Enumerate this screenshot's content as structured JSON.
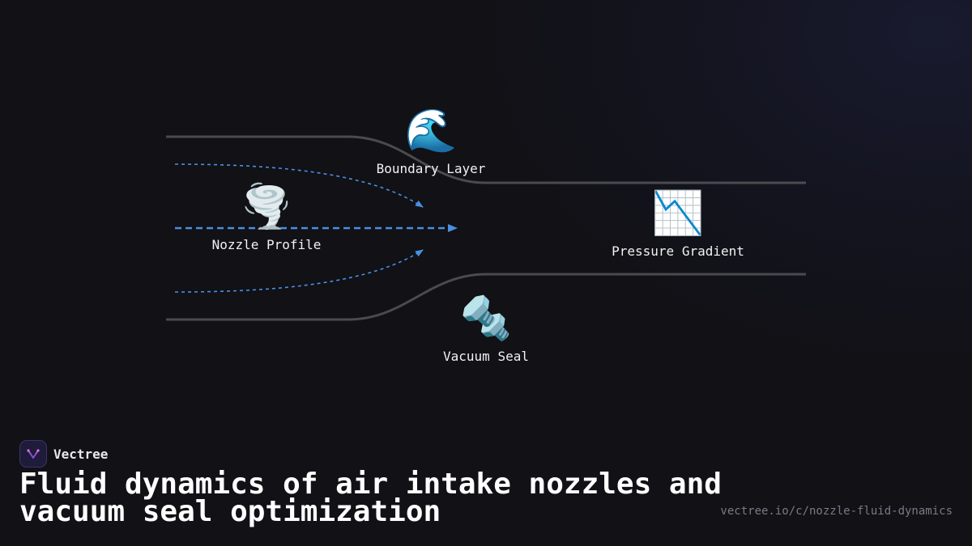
{
  "diagram": {
    "nodes": {
      "nozzle_profile": {
        "icon": "tornado-icon",
        "emoji": "🌪️",
        "label": "Nozzle Profile"
      },
      "boundary_layer": {
        "icon": "water-wave-icon",
        "emoji": "🌊",
        "label": "Boundary Layer"
      },
      "pressure_gradient": {
        "icon": "chart-decreasing-icon",
        "emoji": "📉",
        "label": "Pressure Gradient"
      },
      "vacuum_seal": {
        "icon": "nut-and-bolt-icon",
        "emoji": "🔩",
        "label": "Vacuum Seal"
      }
    },
    "colors": {
      "wall": "#4a4a4f",
      "flow": "#4a8fe0",
      "background": "#111116"
    }
  },
  "brand": {
    "name": "Vectree",
    "icon": "vectree-logo-icon"
  },
  "title": "Fluid dynamics of air intake nozzles and vacuum seal optimization",
  "url": "vectree.io/c/nozzle-fluid-dynamics"
}
